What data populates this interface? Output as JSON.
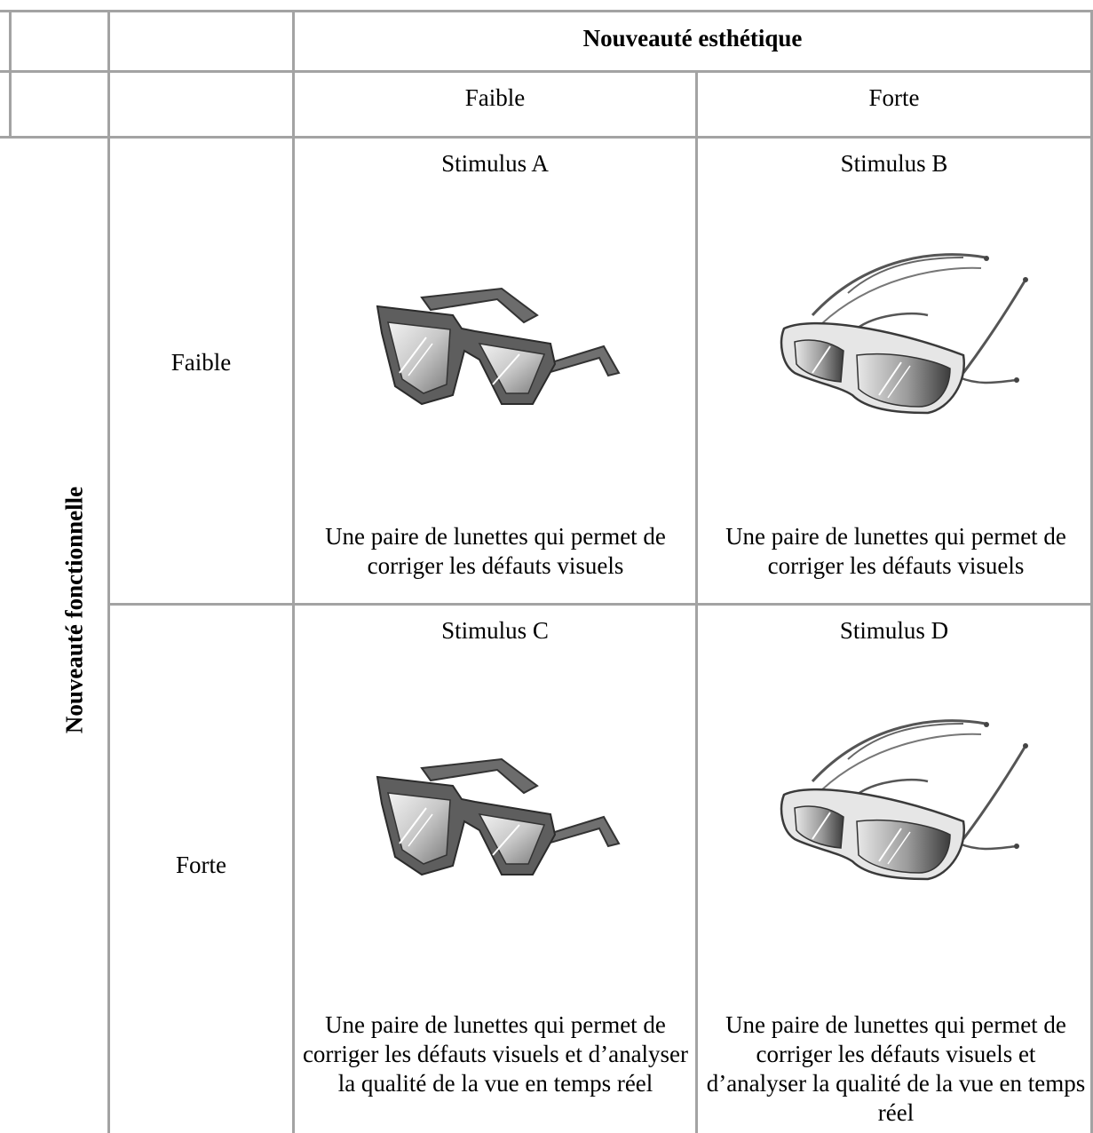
{
  "header": {
    "column_group_title": "Nouveauté esthétique",
    "columns": [
      "Faible",
      "Forte"
    ]
  },
  "row_group_title": "Nouveauté fonctionnelle",
  "rows": [
    {
      "label": "Faible",
      "cells": [
        {
          "stimulus": "Stimulus A",
          "image": "classic-cat-eye-glasses",
          "description": "Une paire de lunettes qui permet de corriger les défauts visuels"
        },
        {
          "stimulus": "Stimulus B",
          "image": "futuristic-wraparound-glasses",
          "description": "Une paire de lunettes qui permet de corriger les défauts visuels"
        }
      ]
    },
    {
      "label": "Forte",
      "cells": [
        {
          "stimulus": "Stimulus C",
          "image": "classic-cat-eye-glasses",
          "description": "Une paire de lunettes qui permet de corriger les défauts visuels et d’analyser la qualité de la vue en temps réel"
        },
        {
          "stimulus": "Stimulus D",
          "image": "futuristic-wraparound-glasses",
          "description": "Une paire de lunettes qui permet de corriger les défauts visuels et d’analyser la qualité de la vue en temps réel"
        }
      ]
    }
  ],
  "colors": {
    "grid": "#a3a3a3",
    "text": "#000000"
  }
}
